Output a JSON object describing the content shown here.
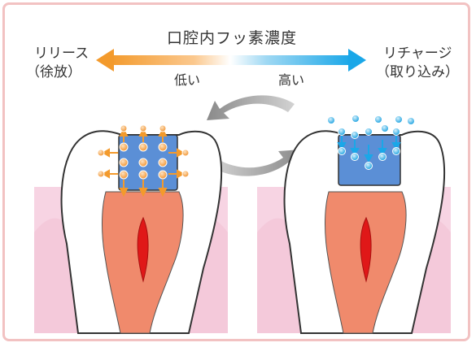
{
  "diagram": {
    "title": "口腔内フッ素濃度",
    "left_label": "リリース",
    "left_sub": "（徐放）",
    "right_label": "リチャージ",
    "right_sub": "（取り込み）",
    "low_label": "低い",
    "high_label": "高い",
    "colors": {
      "border": "#f2c2c2",
      "gradient_low": "#f39a2c",
      "gradient_high": "#1aa7e8",
      "gum": "#f7d4e3",
      "pulp_outer": "#f08a6c",
      "pulp_core": "#e01818",
      "filling": "#5b8fd6",
      "release_ion": "#f3a34a",
      "recharge_ion": "#3ab5ea",
      "cycle_arrow": "#a0a0a0"
    }
  }
}
